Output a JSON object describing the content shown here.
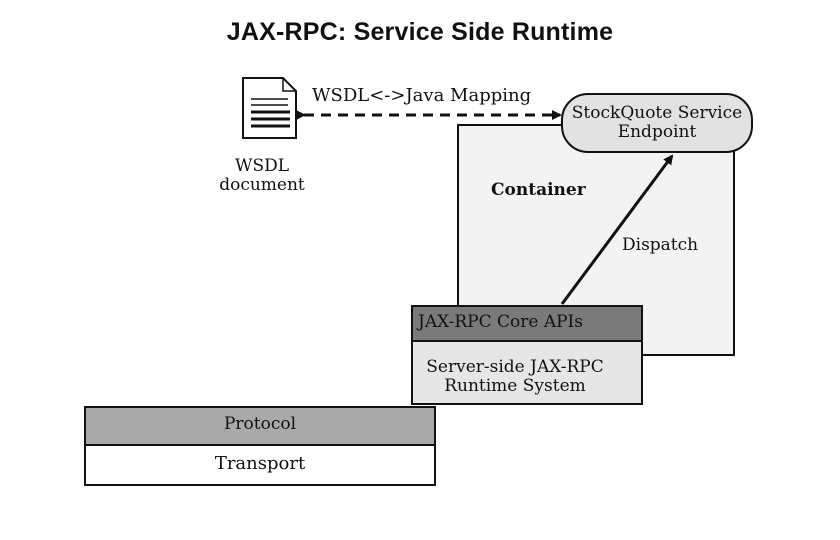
{
  "title": "JAX-RPC: Service Side Runtime",
  "mapping_label": "WSDL<->Java Mapping",
  "wsdl_doc": {
    "line1": "WSDL",
    "line2": "document"
  },
  "endpoint": {
    "line1": "StockQuote Service",
    "line2": "Endpoint"
  },
  "container_label": "Container",
  "dispatch_label": "Dispatch",
  "core_apis_label": "JAX-RPC Core APIs",
  "runtime": {
    "line1": "Server-side JAX-RPC",
    "line2": "Runtime System"
  },
  "protocol_label": "Protocol",
  "transport_label": "Transport",
  "colors": {
    "container_fill": "#f3f3f3",
    "endpoint_fill": "#e2e2e2",
    "core_apis_fill": "#7a7a7a",
    "runtime_fill": "#e6e6e6",
    "protocol_fill": "#a9a9a9",
    "transport_fill": "#ffffff"
  },
  "icons": [
    "document-icon"
  ]
}
